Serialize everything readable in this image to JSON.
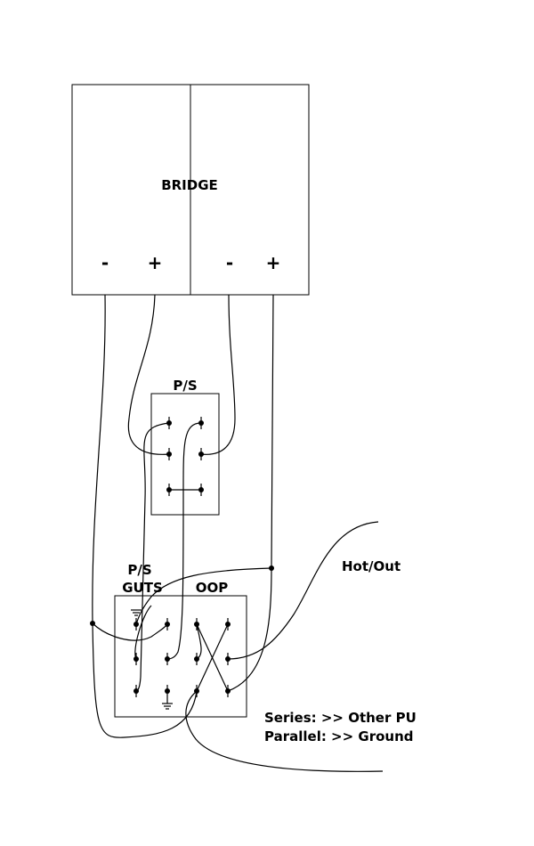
{
  "pickup": {
    "label": "BRIDGE",
    "coil_a": {
      "minus": "-",
      "plus": "+"
    },
    "coil_b": {
      "minus": "-",
      "plus": "+"
    }
  },
  "ps_switch": {
    "label": "P/S"
  },
  "ps_guts_label": {
    "line1": "P/S",
    "line2": "GUTS"
  },
  "oop_label": "OOP",
  "hot_out": "Hot/Out",
  "note": {
    "series": "Series: >> Other PU",
    "parallel": "Parallel: >> Ground"
  },
  "colors": {
    "ink": "#000000",
    "background": "#ffffff"
  }
}
